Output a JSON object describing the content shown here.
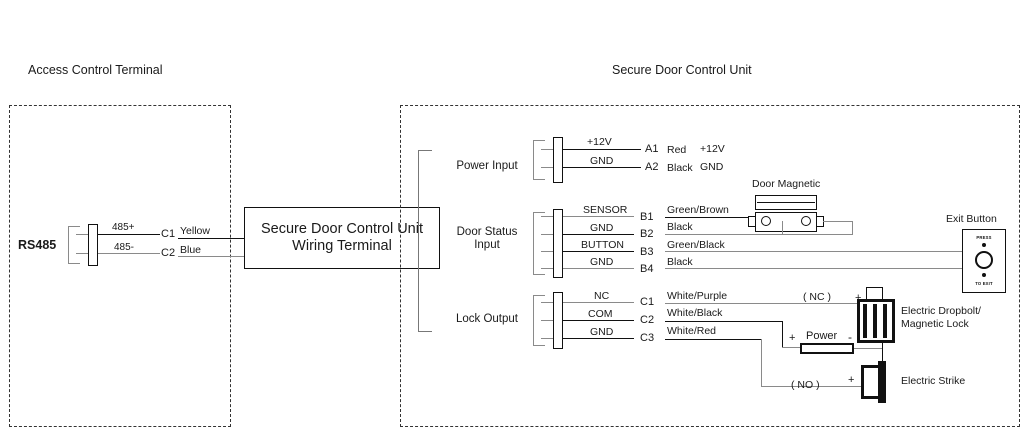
{
  "page": {
    "left_title": "Access Control Terminal",
    "right_title": "Secure Door Control Unit"
  },
  "left_panel": {
    "bus_label": "RS485",
    "terminal_box_line1": "Secure Door Control Unit",
    "terminal_box_line2": "Wiring Terminal",
    "wires": [
      {
        "signal": "485+",
        "pin": "C1",
        "color": "Yellow"
      },
      {
        "signal": "485-",
        "pin": "C2",
        "color": "Blue"
      }
    ]
  },
  "sections": {
    "power_input": {
      "label": "Power Input",
      "rows": [
        {
          "signal": "+12V",
          "pin": "A1",
          "wire_color": "Red",
          "function": "+12V"
        },
        {
          "signal": "GND",
          "pin": "A2",
          "wire_color": "Black",
          "function": "GND"
        }
      ]
    },
    "door_status_input": {
      "label_line1": "Door Status",
      "label_line2": "Input",
      "rows": [
        {
          "signal": "SENSOR",
          "pin": "B1",
          "wire_color": "Green/Brown"
        },
        {
          "signal": "GND",
          "pin": "B2",
          "wire_color": "Black"
        },
        {
          "signal": "BUTTON",
          "pin": "B3",
          "wire_color": "Green/Black"
        },
        {
          "signal": "GND",
          "pin": "B4",
          "wire_color": "Black"
        }
      ]
    },
    "lock_output": {
      "label": "Lock Output",
      "rows": [
        {
          "signal": "NC",
          "pin": "C1",
          "wire_color": "White/Purple"
        },
        {
          "signal": "COM",
          "pin": "C2",
          "wire_color": "White/Black"
        },
        {
          "signal": "GND",
          "pin": "C3",
          "wire_color": "White/Red"
        }
      ]
    }
  },
  "devices": {
    "door_magnetic": {
      "label": "Door Magnetic"
    },
    "exit_button": {
      "label": "Exit Button",
      "top_text": "PRESS",
      "bottom_text": "TO EXIT"
    },
    "electric_dropbolt": {
      "label_line1": "Electric Dropbolt/",
      "label_line2": "Magnetic Lock",
      "contact_mode": "( NC )",
      "terminal_plus": "+"
    },
    "electric_strike": {
      "label": "Electric Strike",
      "contact_mode": "( NO )",
      "terminal_plus": "+"
    },
    "power_supply": {
      "label": "Power",
      "terminal_plus": "+",
      "terminal_minus": "-"
    }
  },
  "colors": {
    "line": "#111111",
    "line_gray": "#8a8a8a",
    "border": "#333333"
  }
}
